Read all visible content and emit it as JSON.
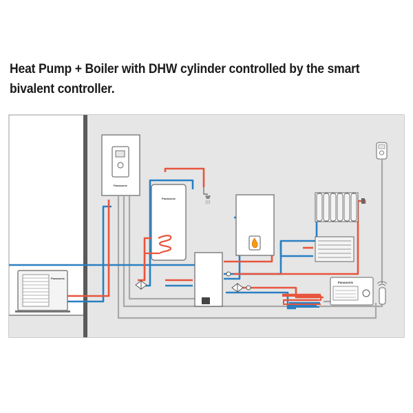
{
  "title": {
    "line1": "Heat Pump + Boiler with DHW cylinder controlled by the smart",
    "line2": "bivalent controller."
  },
  "brand": "Panasonic",
  "colors": {
    "hot": "#e8543c",
    "cold": "#2a7fc1",
    "return_grey": "#a8a8a8",
    "room_bg": "#e6e6e6",
    "wall": "#5a5a5a"
  },
  "icons": [
    "heat-pump-icon",
    "control-unit-icon",
    "dhw-cylinder-icon",
    "shower-icon",
    "gas-boiler-icon",
    "radiator-icon",
    "fan-coil-icon",
    "buffer-tank-icon",
    "underfloor-heating-icon",
    "smart-controller-icon",
    "room-thermostat-icon",
    "wireless-sensor-icon",
    "valve-icon",
    "flame-icon"
  ]
}
